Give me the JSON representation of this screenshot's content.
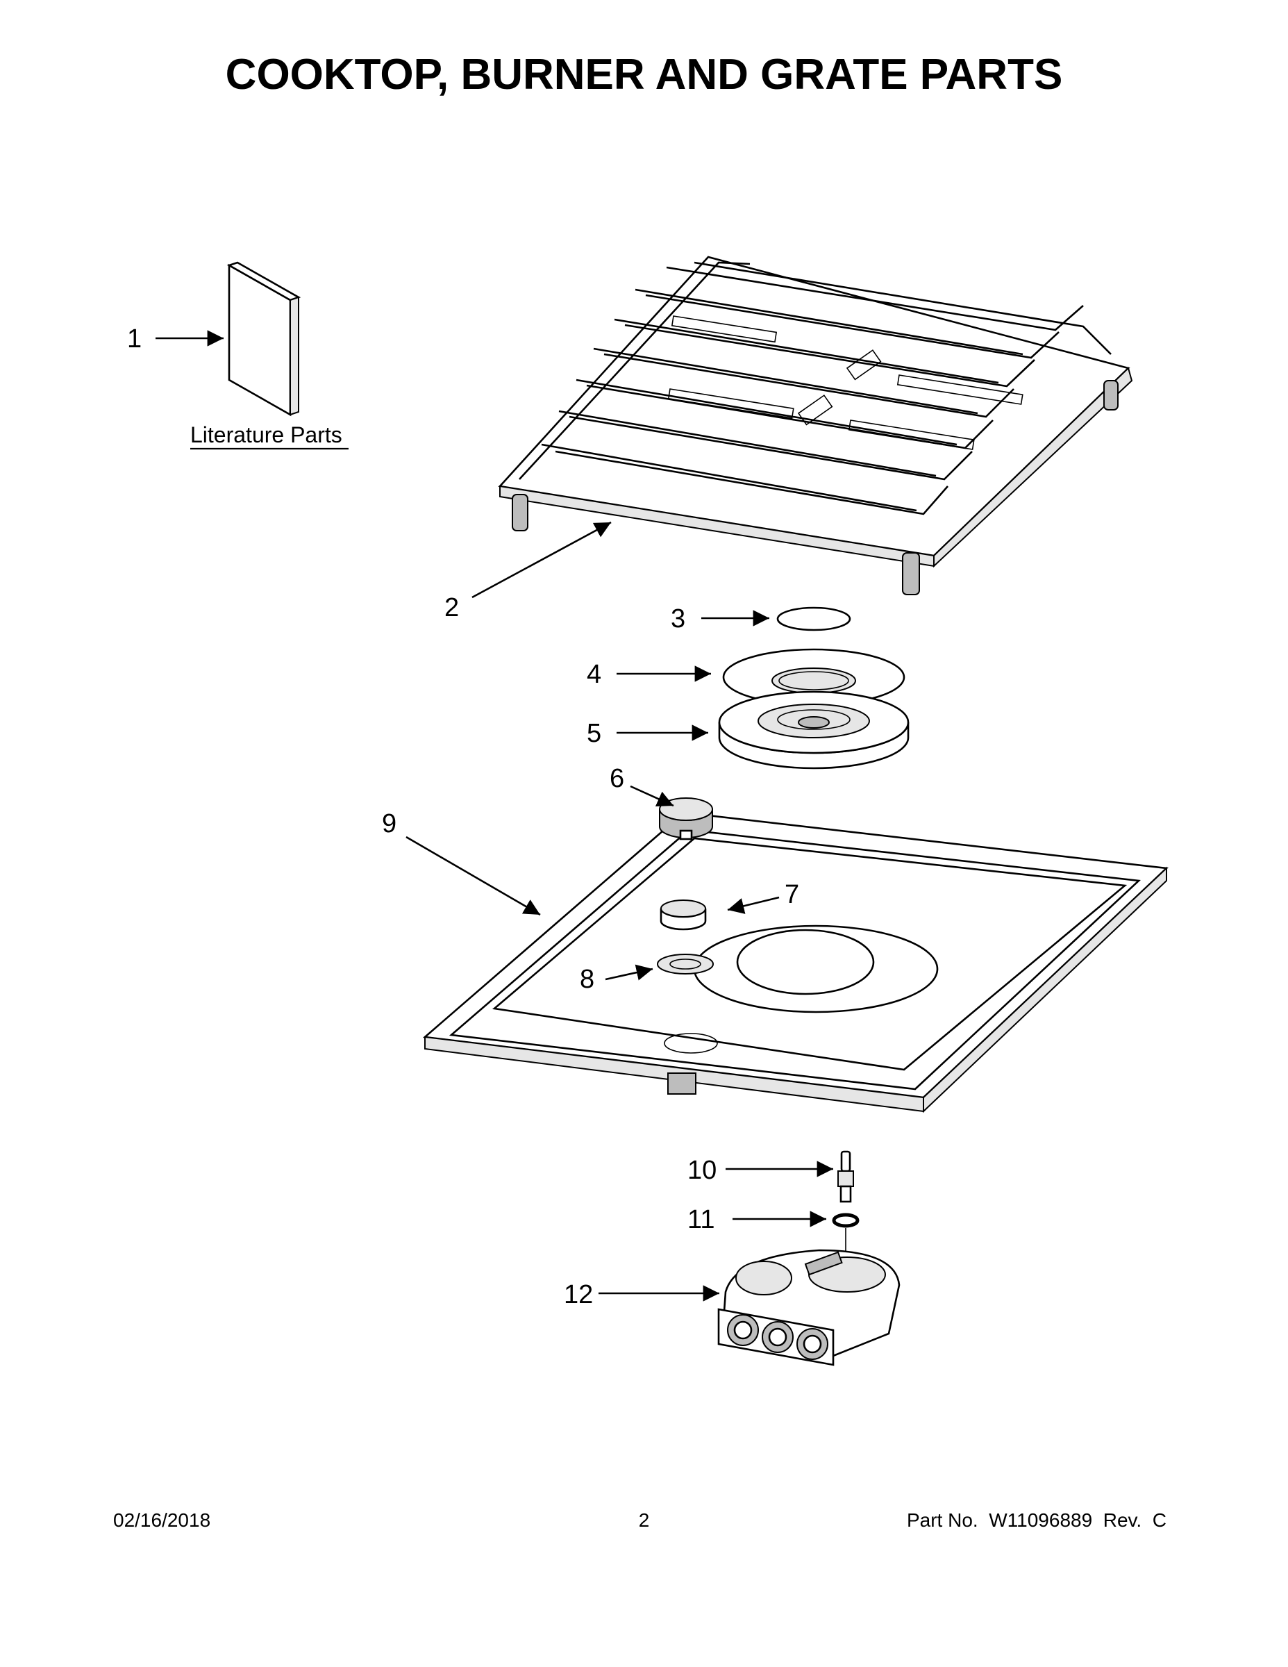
{
  "title": "COOKTOP, BURNER AND GRATE PARTS",
  "literature_label": "Literature Parts",
  "callouts": {
    "c1": "1",
    "c2": "2",
    "c3": "3",
    "c4": "4",
    "c5": "5",
    "c6": "6",
    "c7": "7",
    "c8": "8",
    "c9": "9",
    "c10": "10",
    "c11": "11",
    "c12": "12"
  },
  "footer": {
    "date": "02/16/2018",
    "page": "2",
    "part_no": "Part No.  W11096889  Rev.  C"
  }
}
